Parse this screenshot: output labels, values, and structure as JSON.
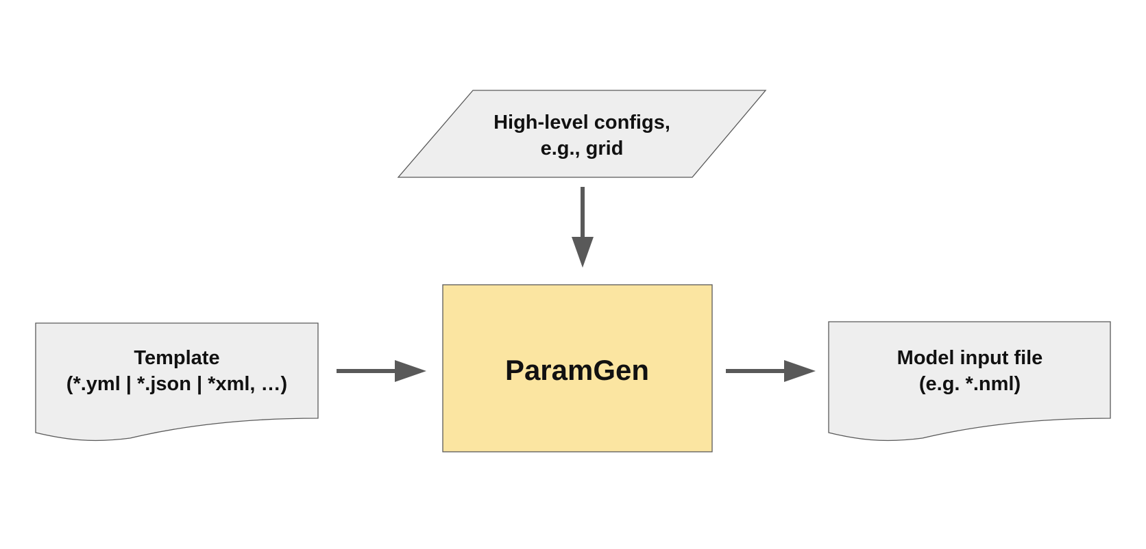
{
  "nodes": {
    "config": {
      "line1": "High-level configs,",
      "line2": "e.g., grid"
    },
    "template": {
      "line1": "Template",
      "line2": "(*.yml | *.json | *xml, …)"
    },
    "core": {
      "label": "ParamGen"
    },
    "output": {
      "line1": "Model input file",
      "line2": "(e.g. *.nml)"
    }
  },
  "colors": {
    "shape_fill": "#eeeeee",
    "core_fill": "#fbe5a1",
    "stroke": "#595959",
    "text": "#111111"
  }
}
